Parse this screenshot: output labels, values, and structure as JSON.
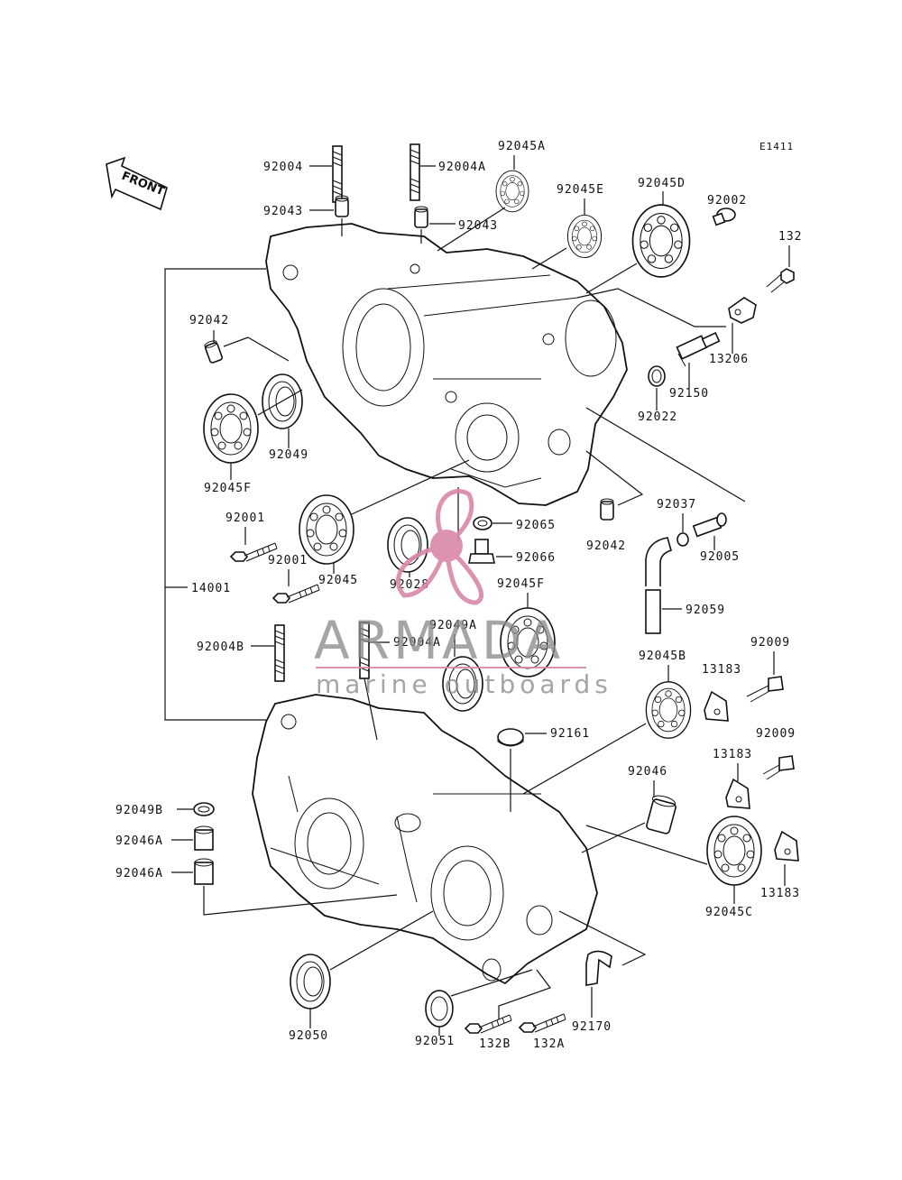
{
  "diagram": {
    "code": "E1411",
    "front_label": "FRONT",
    "assembly_label": "14001",
    "labels": {
      "p92004": "92004",
      "p92004A_top": "92004A",
      "p92045A": "92045A",
      "p92043_left": "92043",
      "p92043_right": "92043",
      "p92045E": "92045E",
      "p92045D": "92045D",
      "p92002": "92002",
      "p132": "132",
      "p92042_top": "92042",
      "p13206": "13206",
      "p92150": "92150",
      "p92022": "92022",
      "p92049": "92049",
      "p92045F_top": "92045F",
      "p92001_a": "92001",
      "p92001_b": "92001",
      "p92045": "92045",
      "p92028": "92028",
      "p92065": "92065",
      "p92066": "92066",
      "p92042_mid": "92042",
      "p92037": "92037",
      "p92005": "92005",
      "p92059": "92059",
      "p92045F_mid": "92045F",
      "p92049A": "92049A",
      "p92004B": "92004B",
      "p92004A_bot": "92004A",
      "p92045B": "92045B",
      "p92009_a": "92009",
      "p13183_a": "13183",
      "p92161": "92161",
      "p92009_b": "92009",
      "p13183_b": "13183",
      "p92046": "92046",
      "p92049B": "92049B",
      "p92046A_a": "92046A",
      "p92046A_b": "92046A",
      "p13183_c": "13183",
      "p92045C": "92045C",
      "p92050": "92050",
      "p92051": "92051",
      "p132B": "132B",
      "p132A": "132A",
      "p92170": "92170"
    }
  },
  "watermark": {
    "brand": "ARMADA",
    "tagline": "marine outboards",
    "color": "#d987a8"
  }
}
